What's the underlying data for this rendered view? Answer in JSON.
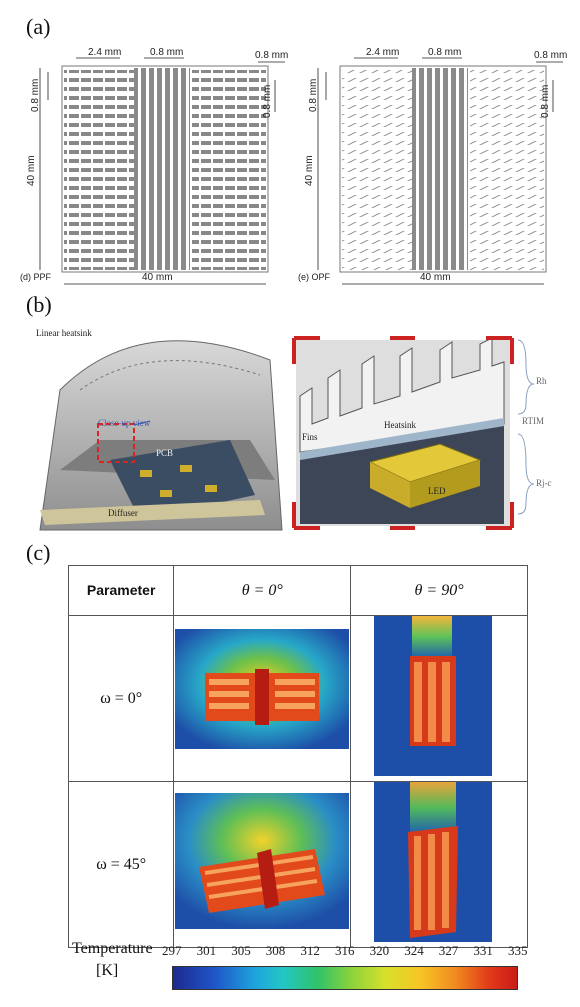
{
  "panel_a": {
    "label": "(a)",
    "dims": {
      "fin_spacing": "2.4 mm",
      "center_gap": "0.8 mm",
      "right_gap": "0.8 mm",
      "vertical_gap": "0.8 mm",
      "height": "40 mm",
      "width": "40 mm"
    },
    "left_caption": "(d) PPF",
    "right_caption": "(e) OPF"
  },
  "panel_b": {
    "label": "(b)",
    "labels": {
      "heatsink_type": "Linear heatsink",
      "closeup": "Close-up view",
      "pcb": "PCB",
      "diffuser": "Diffuser",
      "fins": "Fins",
      "heatsink": "Heatsink",
      "led": "LED",
      "rh": "Rh",
      "rtim": "RTIM",
      "rjc": "Rj-c"
    }
  },
  "panel_c": {
    "label": "(c)",
    "header_param": "Parameter",
    "header_theta0": "θ = 0°",
    "header_theta90": "θ = 90°",
    "row1": "ω = 0°",
    "row2": "ω = 45°",
    "colorbar": {
      "title": "Temperature",
      "unit": "[K]",
      "ticks": [
        "297",
        "301",
        "305",
        "308",
        "312",
        "316",
        "320",
        "324",
        "327",
        "331",
        "335"
      ]
    }
  }
}
